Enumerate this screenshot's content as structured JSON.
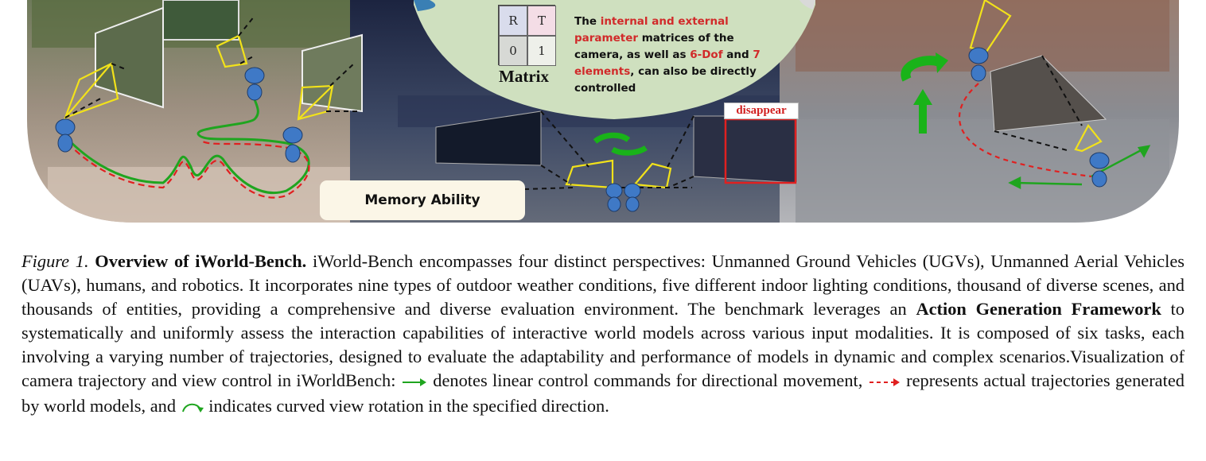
{
  "figure": {
    "matrix": {
      "cells": [
        "R",
        "T",
        "0",
        "1"
      ],
      "label": "Matrix"
    },
    "param_text": {
      "part1": "The ",
      "part2": "internal and external parameter",
      "part3": " matrices of the camera, as well as ",
      "part4": "6-Dof",
      "part5": " and ",
      "part6": "7 elements",
      "part7": ",  can also be directly controlled"
    },
    "memory_label": "Memory Ability",
    "disappear_label": "disappear",
    "colors": {
      "trajectory_green": "#1fa51f",
      "trajectory_red": "#e02020",
      "frustum_yellow": "#f2e21a",
      "accent_red": "#d12a2a"
    }
  },
  "caption": {
    "fig_label": "Figure 1.",
    "title": "Overview of iWorld-Bench.",
    "text1": " iWorld-Bench encompasses four distinct perspectives: Unmanned Ground Vehicles (UGVs), Unmanned Aerial Vehicles (UAVs), humans, and robotics. It incorporates nine types of outdoor weather conditions, five different indoor lighting conditions, thousand of diverse scenes, and thousands of entities, providing a comprehensive and diverse evaluation environment. The benchmark leverages an ",
    "bold2": "Action Generation Framework",
    "text2": " to systematically and uniformly assess the interaction capabilities of interactive world models across various input modalities. It is composed of six tasks, each involving a varying number of trajectories, designed to evaluate the adaptability and performance of models in dynamic and complex scenarios.Visualization of camera trajectory and view control in iWorldBench: ",
    "text3": " denotes linear control commands for directional movement, ",
    "text4": " represents actual trajectories generated by world models, and ",
    "text5": " indicates curved view rotation in the specified direction."
  }
}
